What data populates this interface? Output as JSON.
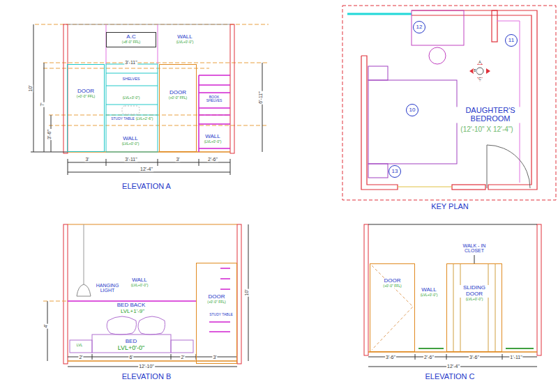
{
  "diagram": {
    "nodes": [
      {
        "text": [
          "A.C",
          "(+8'-0\" FFL)"
        ]
      },
      {
        "text": [
          "DOOR",
          "(+0'-0\" FFL)"
        ]
      },
      {
        "text": [
          "DOOR",
          "(+0'-0\" FFL)"
        ]
      },
      {
        "text": [
          "DOOR",
          "(+0'-0\" FFL)"
        ]
      },
      {
        "text": [
          "DOOR",
          "(+0'-0\" FFL)"
        ]
      },
      {
        "text": [
          "SLIDING DOOR",
          "(LVL+0'-0\")"
        ]
      },
      {
        "text": [
          "12"
        ]
      },
      {
        "text": [
          "11"
        ]
      },
      {
        "text": [
          "10"
        ]
      },
      {
        "text": [
          "13"
        ]
      }
    ],
    "edges": [],
    "labels": [
      "WALL",
      "(LVL+0'-0\")",
      "3'-11\"",
      "SHELVES",
      "(LVL+3'-0\")",
      "STUDY TABLE",
      "(LVL+2'-6\")",
      "WALL",
      "(LVL+0'-0\")",
      "BOOK SHELVES",
      "WALL",
      "(LVL+0'-0\")",
      "3'",
      "3'-11\"",
      "3'",
      "2'-6\"",
      "12'-4\"",
      "10'",
      "7'",
      "3'-6\"",
      "6'-11\"",
      "ELEVATION A",
      "DAUGHTER'S BEDROOM",
      "(12'-10\" X 12'-4\")",
      "A",
      "B",
      "C",
      "KEY PLAN",
      "HANGING LIGHT",
      "WALL",
      "(LVL+0'-0\")",
      "BED BACK",
      "LVL+1'-9\"",
      "BED",
      "LVL+0'-0\"",
      "LVL",
      "STUDY TABLE",
      "2'",
      "6'",
      "2'",
      "3'",
      "12'-10\"",
      "4'",
      "10'",
      "ELEVATION B",
      "WALK - IN CLOSET",
      "WALL",
      "(LVL+0'-0\")",
      "3'-6\"",
      "2'-6\"",
      "3'-6\"",
      "1'-11\"",
      "12'-4\"",
      "ELEVATION C"
    ]
  }
}
